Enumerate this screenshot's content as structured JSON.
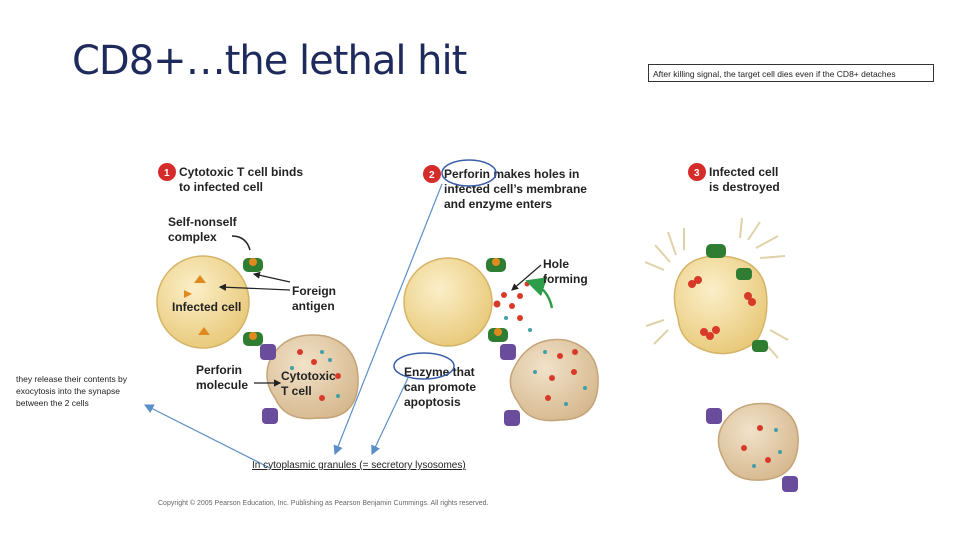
{
  "title": "CD8+…the lethal hit",
  "note_box": "After killing signal, the target cell dies even if the CD8+ detaches",
  "side_note": "they release their contents by exocytosis into the synapse between the 2 cells",
  "granule_note": "In cytoplasmic granules (= secretory lysosomes)",
  "figure": {
    "steps": [
      {
        "number": "1",
        "line1": "Cytotoxic T cell binds",
        "line2": "to infected cell"
      },
      {
        "number": "2",
        "line1": "Perforin makes holes in",
        "line2": "infected cell’s membrane",
        "line3": "and enzyme enters"
      },
      {
        "number": "3",
        "line1": "Infected cell",
        "line2": "is destroyed"
      }
    ],
    "labels": {
      "self_nonself_1": "Self-nonself",
      "self_nonself_2": "complex",
      "infected_cell": "Infected cell",
      "foreign_1": "Foreign",
      "foreign_2": "antigen",
      "perforin_1": "Perforin",
      "perforin_2": "molecule",
      "cytotoxic_1": "Cytotoxic",
      "cytotoxic_2": "T cell",
      "hole_1": "Hole",
      "hole_2": "forming",
      "enzyme_1": "Enzyme that",
      "enzyme_2": "can promote",
      "enzyme_3": "apoptosis"
    },
    "copyright": "Copyright © 2005 Pearson Education, Inc. Publishing as Pearson Benjamin Cummings. All rights reserved."
  },
  "colors": {
    "title": "#1f2a5c",
    "infected_cell": "#f3dc9c",
    "t_cell": "#e2c9a3",
    "step_badge": "#d62b2b",
    "annotation_arrow": "#5b8fc7",
    "receptor_green": "#2e7d32",
    "receptor_purple": "#6a4c9c"
  }
}
